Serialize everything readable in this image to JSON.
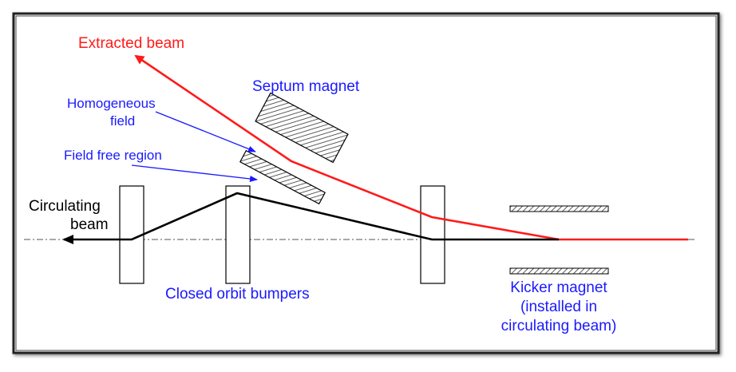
{
  "labels": {
    "extracted_beam": "Extracted beam",
    "septum_magnet": "Septum magnet",
    "homogeneous_field_line1": "Homogeneous",
    "homogeneous_field_line2": "field",
    "field_free_region": "Field free region",
    "circulating_beam_line1": "Circulating",
    "circulating_beam_line2": "beam",
    "closed_orbit_bumpers": "Closed orbit bumpers",
    "kicker_magnet_line1": "Kicker magnet",
    "kicker_magnet_line2": "(installed in",
    "kicker_magnet_line3": "circulating beam)"
  },
  "colors": {
    "extracted_beam": "#ff1a1a",
    "circulating_beam": "#000000",
    "annotation_blue": "#1a1aff",
    "text_black": "#000000",
    "frame": "#222222",
    "hatch": "#333333"
  }
}
